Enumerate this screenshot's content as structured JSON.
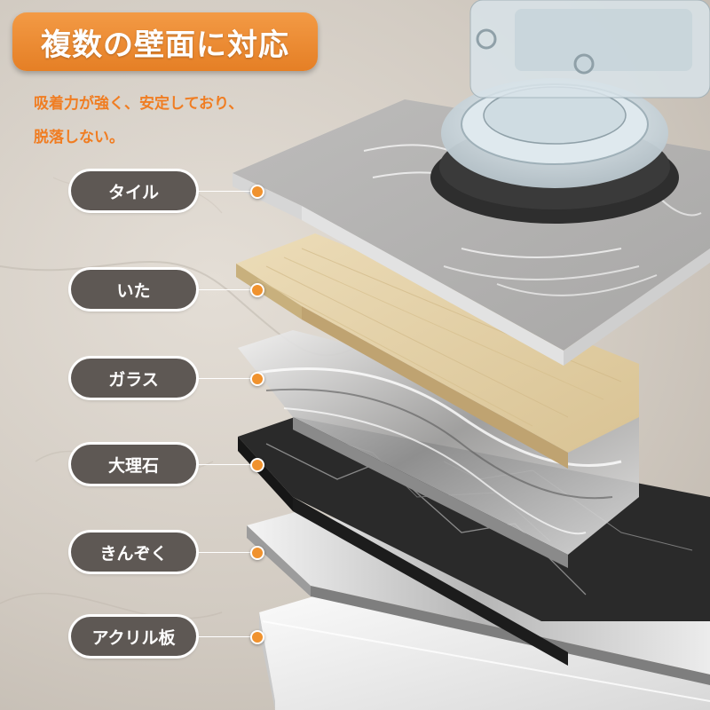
{
  "header": {
    "title": "複数の壁面に対応",
    "subtitle_line1": "吸着力が強く、安定しており、",
    "subtitle_line2": "脱落しない。"
  },
  "surfaces": [
    {
      "label": "タイル"
    },
    {
      "label": "いた"
    },
    {
      "label": "ガラス"
    },
    {
      "label": "大理石"
    },
    {
      "label": "きんぞく"
    },
    {
      "label": "アクリル板"
    }
  ],
  "colors": {
    "accent": "#f0922e",
    "title_bg": "#e98a2f",
    "pill_bg": "#5e5854",
    "background": "#d2cbc2"
  }
}
